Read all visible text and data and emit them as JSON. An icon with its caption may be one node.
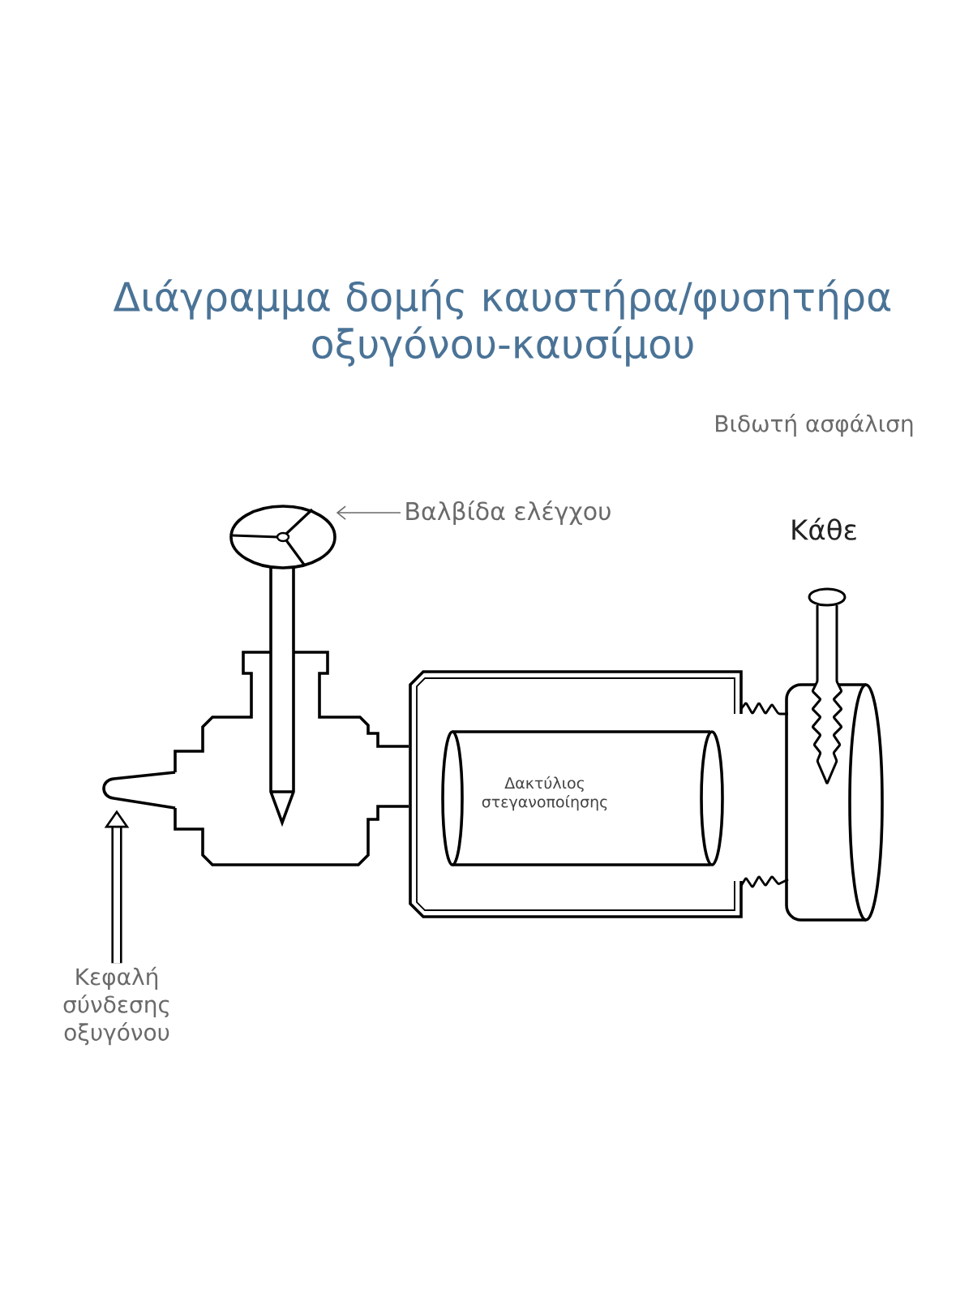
{
  "diagram": {
    "title": "Διάγραμμα δομής καυστήρα/φυσητήρα οξυγόνου-καυσίμου",
    "nodes": [
      {
        "text": [],
        "shape": "circle"
      },
      {
        "text": [
          "Βαλβίδα ελέγχου"
        ]
      },
      {
        "text": [
          "Δακτύλιος στεγανοποίησης"
        ]
      },
      {
        "text": [],
        "shape": "picture"
      },
      {
        "text": [
          "Κεφαλή σύνδεσης οξυγόνου"
        ]
      }
    ],
    "edges": [
      {
        "from": 1,
        "to": 0,
        "arrow": "to",
        "color": "#6a6a6a"
      },
      {
        "from": 4,
        "to": 3,
        "arrow": "to",
        "style": "thick",
        "color": "#000000"
      }
    ],
    "labels": [
      "Βιδωτή ασφάλιση",
      "Κάθε"
    ]
  }
}
